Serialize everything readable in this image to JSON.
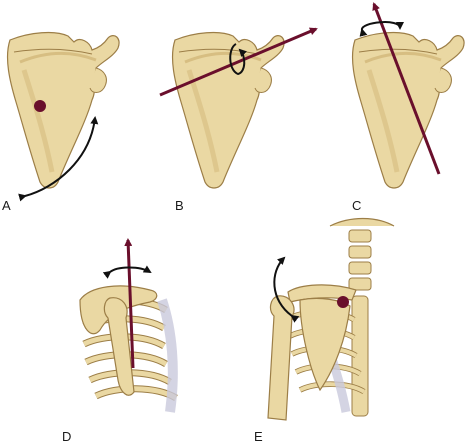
{
  "panels": [
    {
      "label": "A"
    },
    {
      "label": "B"
    },
    {
      "label": "C"
    },
    {
      "label": "D"
    },
    {
      "label": "E"
    }
  ],
  "colors": {
    "bone_fill": "#ead8a3",
    "bone_stroke": "#9c7e47",
    "bone_shade": "#d6bd7f",
    "axis": "#6a0f2c",
    "pivot": "#6a0f2c",
    "rotation_arrow": "#111111",
    "costal_cartilage": "#c9c9dc"
  },
  "icons": [
    "rotation-arrow-icon",
    "axis-arrow-icon",
    "pivot-point-icon"
  ]
}
